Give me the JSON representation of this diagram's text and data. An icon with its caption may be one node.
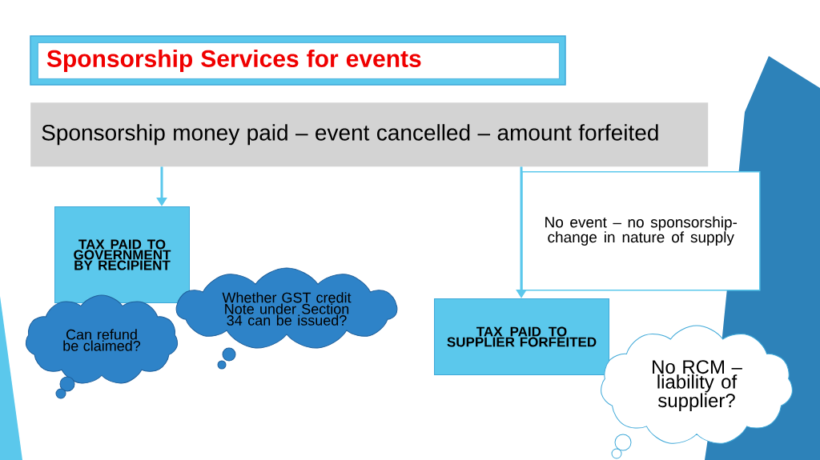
{
  "diagram": {
    "title": "Sponsorship Services for events",
    "nodes": [
      {
        "text": [
          "Sponsorship money paid – event cancelled – amount forfeited"
        ]
      },
      {
        "text": [
          "TAX PAID TO GOVERNMENT BY RECIPIENT"
        ]
      },
      {
        "text": [
          "No event – no sponsorship- change in nature of supply"
        ]
      },
      {
        "text": [
          "TAX PAID TO SUPPLIER FORFEITED"
        ]
      },
      {
        "text": [
          "Can refund be claimed?"
        ]
      },
      {
        "text": [
          "Whether GST credit Note under Section 34 can be issued?"
        ]
      },
      {
        "text": [
          "No RCM – liability of supplier?"
        ]
      }
    ],
    "edges": [
      {
        "from": 0,
        "to": 1,
        "arrow": "to"
      },
      {
        "from": 0,
        "to": 3,
        "arrow": "to"
      }
    ]
  }
}
